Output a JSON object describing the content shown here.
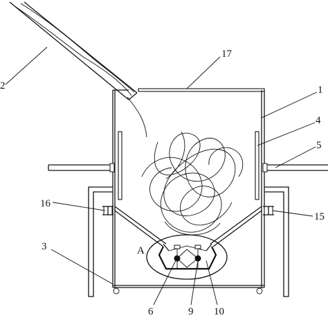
{
  "figure": {
    "callouts": [
      {
        "id": "c1",
        "text": "1"
      },
      {
        "id": "c2",
        "text": "2"
      },
      {
        "id": "c3",
        "text": "3"
      },
      {
        "id": "c4",
        "text": "4"
      },
      {
        "id": "c5",
        "text": "5"
      },
      {
        "id": "c6",
        "text": "6"
      },
      {
        "id": "c9",
        "text": "9"
      },
      {
        "id": "c10",
        "text": "10"
      },
      {
        "id": "c15",
        "text": "15"
      },
      {
        "id": "c16",
        "text": "16"
      },
      {
        "id": "c17",
        "text": "17"
      }
    ],
    "detail_marker": "A"
  }
}
